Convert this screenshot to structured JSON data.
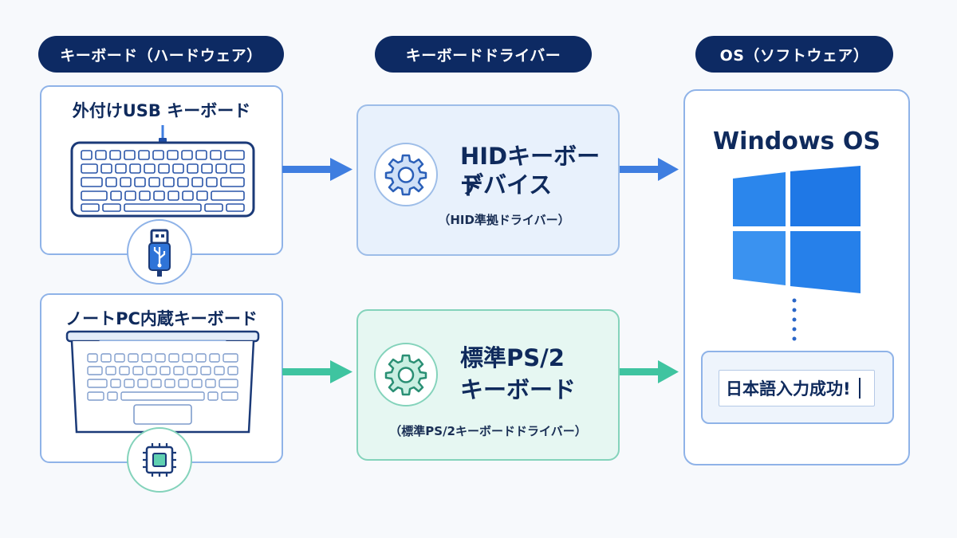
{
  "headers": {
    "hardware": "キーボード（ハードウェア）",
    "driver": "キーボードドライバー",
    "os": "OS（ソフトウェア）"
  },
  "sources": {
    "usb": {
      "title": "外付けUSB キーボード",
      "icon": "usb-icon"
    },
    "laptop": {
      "title": "ノートPC内蔵キーボード",
      "icon": "chip-icon"
    }
  },
  "drivers": {
    "hid": {
      "line1": "HIDキーボード",
      "line2": "デバイス",
      "sub": "（HID準拠ドライバー）",
      "icon": "gear-icon"
    },
    "ps2": {
      "line1": "標準PS/2",
      "line2": "キーボード",
      "sub": "（標準PS/2キーボードドライバー）",
      "icon": "gear-icon"
    }
  },
  "os": {
    "title": "Windows OS",
    "icon": "windows-logo-icon",
    "ime_text": "日本語入力成功!"
  },
  "colors": {
    "navy": "#0d2a63",
    "blue_arrow": "#3f7ee0",
    "green_arrow": "#3fc4a0",
    "windows_blue": "#1f78e6"
  }
}
